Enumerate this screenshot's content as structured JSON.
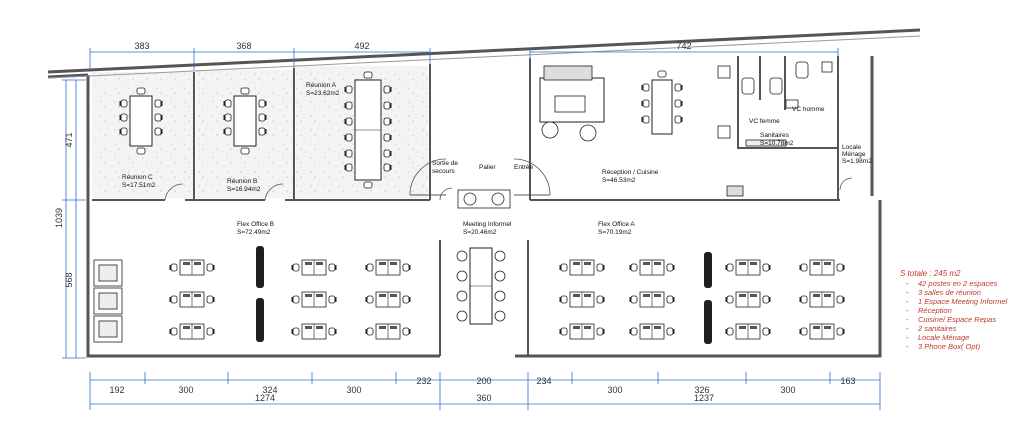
{
  "plan": {
    "rooms": {
      "reunion_c": {
        "name": "Réunion C",
        "area": "S=17.51m2"
      },
      "reunion_b": {
        "name": "Réunion B",
        "area": "S=16.94m2"
      },
      "reunion_a": {
        "name": "Réunion A",
        "area": "S=23.62m2"
      },
      "sortie": {
        "line1": "Sortie de",
        "line2": "secours"
      },
      "palier": {
        "name": "Palier"
      },
      "entree": {
        "name": "Entrée"
      },
      "reception": {
        "name": "Réception / Cuisine",
        "area": "S=46.53m2"
      },
      "vc_femme": {
        "name": "VC femme"
      },
      "vc_homme": {
        "name": "VC homme"
      },
      "sanitaires": {
        "name": "Sanitaires",
        "area": "S=10.78m2"
      },
      "locale": {
        "line1": "Locale",
        "line2": "Ménage",
        "area": "S=1.98m2"
      },
      "meeting": {
        "name": "Meeting Informel",
        "area": "S=20.46m2"
      },
      "flex_b": {
        "name": "Flex Office B",
        "area": "S=72.49m2"
      },
      "flex_a": {
        "name": "Flex Office A",
        "area": "S=70.19m2"
      }
    },
    "dims_top": [
      "383",
      "368",
      "492",
      "742"
    ],
    "dims_left": [
      "471",
      "1039",
      "568"
    ],
    "dims_bottom_1": [
      "192",
      "300",
      "324",
      "300",
      "232",
      "200",
      "234",
      "300",
      "326",
      "300",
      "163"
    ],
    "dims_bottom_2": [
      "1274",
      "360",
      "1237"
    ]
  },
  "legend": {
    "title": "S totale : 245 m2",
    "items": [
      "42 postes en 2 espaces",
      "3 salles de réunion",
      "1 Espace Meeting Informel",
      "Réception",
      "Cuisine/ Espace Repas",
      "2 sanitaires",
      "Locale Ménage",
      "3 Phone Box( Opt)"
    ]
  },
  "colors": {
    "wall": "#555555",
    "dimension": "#2e6fd6",
    "legend": "#c0392b",
    "speckle": "#f2f2f2"
  }
}
